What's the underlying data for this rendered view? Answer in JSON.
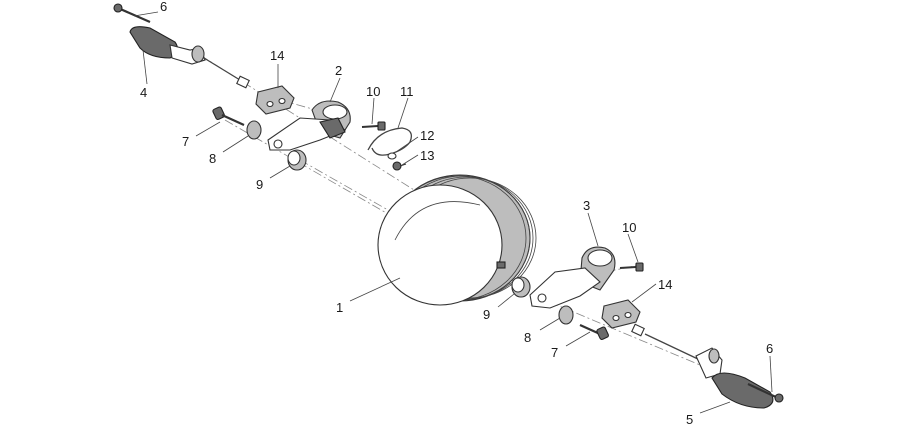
{
  "callouts": [
    {
      "id": "c1",
      "text": "1"
    },
    {
      "id": "c2",
      "text": "2"
    },
    {
      "id": "c3",
      "text": "3"
    },
    {
      "id": "c4",
      "text": "4"
    },
    {
      "id": "c5",
      "text": "5"
    },
    {
      "id": "c6a",
      "text": "6"
    },
    {
      "id": "c6b",
      "text": "6"
    },
    {
      "id": "c7a",
      "text": "7"
    },
    {
      "id": "c7b",
      "text": "7"
    },
    {
      "id": "c8a",
      "text": "8"
    },
    {
      "id": "c8b",
      "text": "8"
    },
    {
      "id": "c9a",
      "text": "9"
    },
    {
      "id": "c9b",
      "text": "9"
    },
    {
      "id": "c10a",
      "text": "10"
    },
    {
      "id": "c10b",
      "text": "10"
    },
    {
      "id": "c11",
      "text": "11"
    },
    {
      "id": "c12",
      "text": "12"
    },
    {
      "id": "c13",
      "text": "13"
    },
    {
      "id": "c14a",
      "text": "14"
    },
    {
      "id": "c14b",
      "text": "14"
    }
  ]
}
